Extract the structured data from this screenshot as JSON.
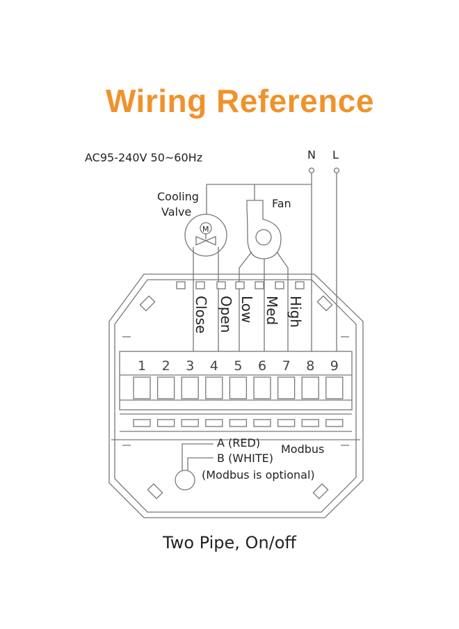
{
  "title": "Wiring Reference",
  "power": "AC95-240V  50~60Hz",
  "neutral": "N",
  "live": "L",
  "cooling_valve": [
    "Cooling",
    "Valve"
  ],
  "valve_motor": "M",
  "fan": "Fan",
  "wire_labels": [
    "Close",
    "Open",
    "Low",
    "Med",
    "High"
  ],
  "terminals": [
    "1",
    "2",
    "3",
    "4",
    "5",
    "6",
    "7",
    "8",
    "9"
  ],
  "modbus": {
    "a": "A (RED)",
    "b": "B (WHITE)",
    "label": "Modbus",
    "note": "(Modbus is optional)"
  },
  "footer": "Two Pipe, On/off"
}
